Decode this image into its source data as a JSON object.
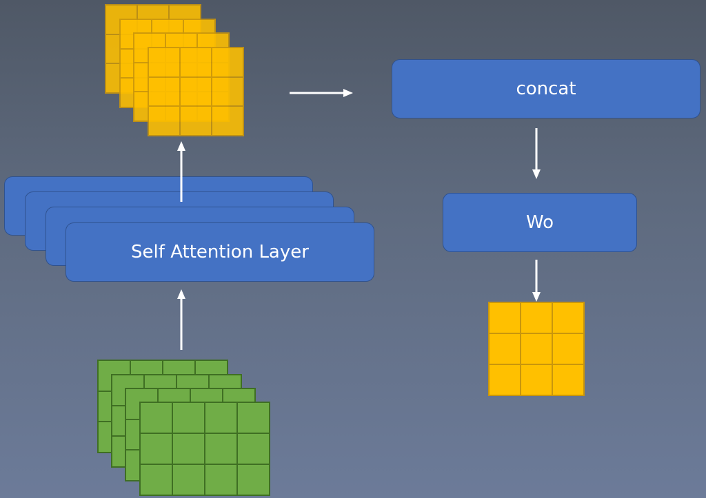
{
  "labels": {
    "self_attention": "Self Attention Layer",
    "concat": "concat",
    "wo": "Wo"
  },
  "colors": {
    "box_fill": "#4472c4",
    "box_border": "#2f528f",
    "attention_matrix": "#ffc000",
    "input_matrix": "#70ad47",
    "arrow": "#ffffff"
  }
}
